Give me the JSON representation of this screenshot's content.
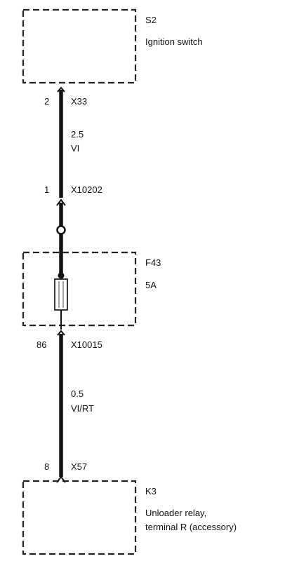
{
  "components": {
    "s2": {
      "ref": "S2",
      "name": "Ignition switch"
    },
    "f43": {
      "ref": "F43",
      "rating": "5A"
    },
    "k3": {
      "ref": "K3",
      "name_line1": "Unloader relay,",
      "name_line2": "terminal R (accessory)"
    }
  },
  "connectors": {
    "x33": {
      "pin": "2",
      "name": "X33"
    },
    "x10202": {
      "pin": "1",
      "name": "X10202"
    },
    "x10015": {
      "pin": "86",
      "name": "X10015"
    },
    "x57": {
      "pin": "8",
      "name": "X57"
    }
  },
  "wires": {
    "upper": {
      "size": "2.5",
      "color": "VI"
    },
    "lower": {
      "size": "0.5",
      "color": "VI/RT"
    }
  }
}
